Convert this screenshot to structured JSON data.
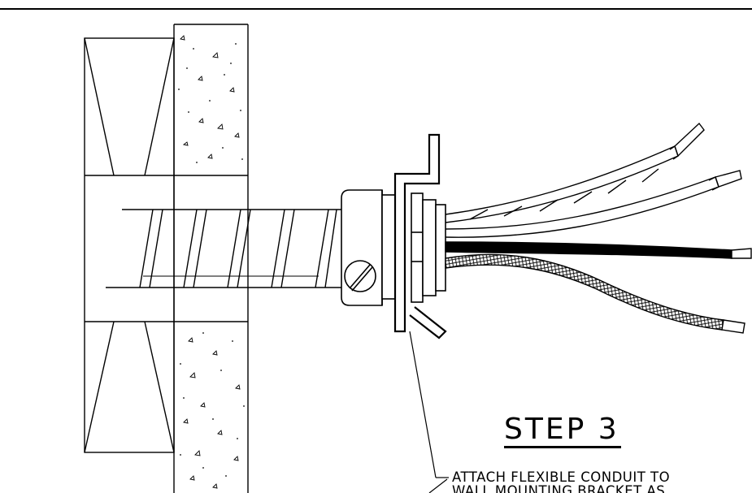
{
  "title": "STEP 3",
  "note": {
    "line1": "ATTACH FLEXIBLE CONDUIT TO",
    "line2": "WALL MOUNTING BRACKET AS"
  },
  "colors": {
    "ink": "#000000",
    "paper": "#ffffff"
  }
}
